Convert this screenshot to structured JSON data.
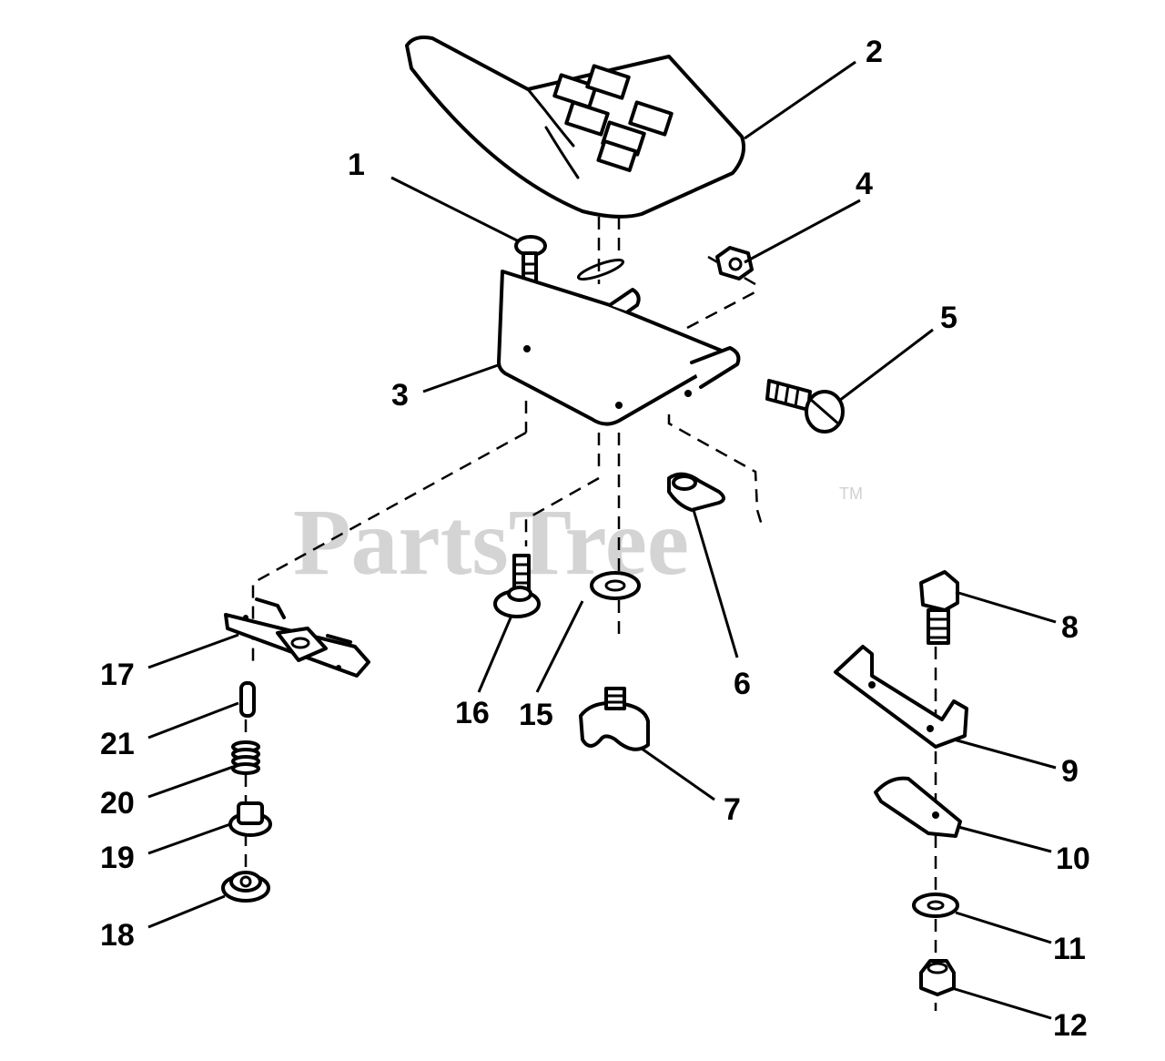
{
  "watermark": {
    "text": "PartsTree",
    "trademark": "TM"
  },
  "callouts": [
    "1",
    "2",
    "3",
    "4",
    "5",
    "6",
    "7",
    "8",
    "9",
    "10",
    "11",
    "12",
    "15",
    "16",
    "17",
    "18",
    "19",
    "20",
    "21"
  ]
}
